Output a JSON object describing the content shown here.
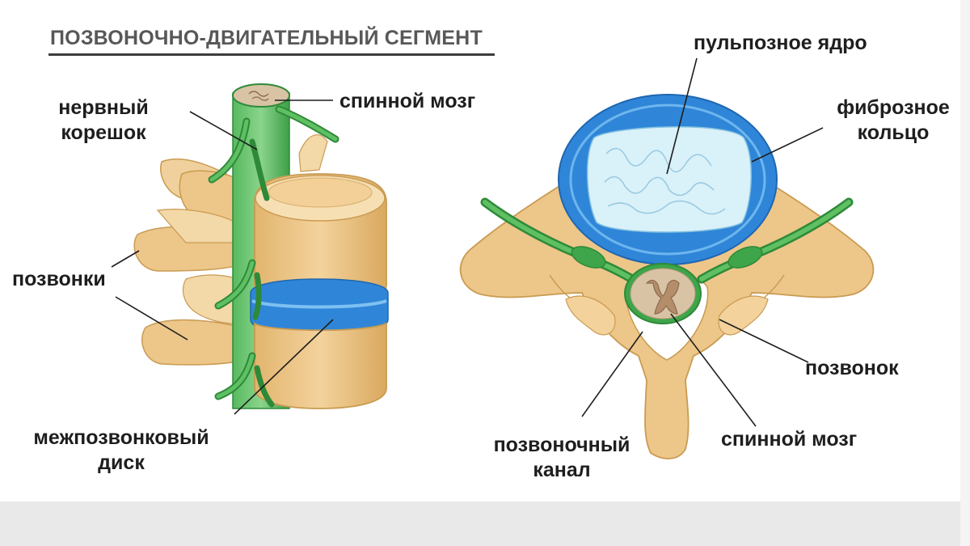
{
  "title": "ПОЗВОНОЧНО-ДВИГАТЕЛЬНЫЙ СЕГМЕНТ",
  "labels": {
    "nerve_root_1": "нервный",
    "nerve_root_2": "корешок",
    "spinal_cord_top": "спинной мозг",
    "vertebrae": "позвонки",
    "disc_1": "межпозвонковый",
    "disc_2": "диск",
    "nucleus": "пульпозное ядро",
    "annulus_1": "фиброзное",
    "annulus_2": "кольцо",
    "vertebra": "позвонок",
    "canal_1": "позвоночный",
    "canal_2": "канал",
    "spinal_cord_bottom": "спинной мозг"
  },
  "colors": {
    "bone": "#EDC689",
    "bone_dark": "#C99B52",
    "nerve": "#3FA54A",
    "nerve_dark": "#1E7A2E",
    "disc": "#2F86D8",
    "nucleus": "#D9F1F9",
    "cord": "#C7A98C"
  }
}
